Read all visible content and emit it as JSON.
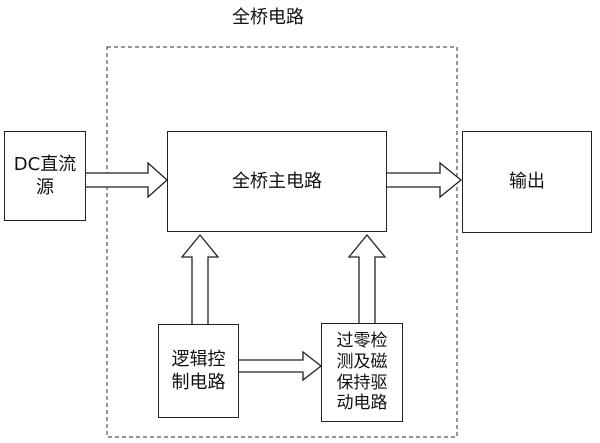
{
  "frame": {
    "title": "全桥电路"
  },
  "blocks": {
    "dc_source": {
      "line1": "DC直流",
      "line2": "源"
    },
    "main_circuit": {
      "label": "全桥主电路"
    },
    "output": {
      "label": "输出"
    },
    "logic_control": {
      "line1": "逻辑控",
      "line2": "制电路"
    },
    "zero_cross": {
      "line1": "过零检",
      "line2": "测及磁",
      "line3": "保持驱",
      "line4": "动电路"
    }
  },
  "colors": {
    "line": "#222222",
    "background": "#ffffff"
  }
}
